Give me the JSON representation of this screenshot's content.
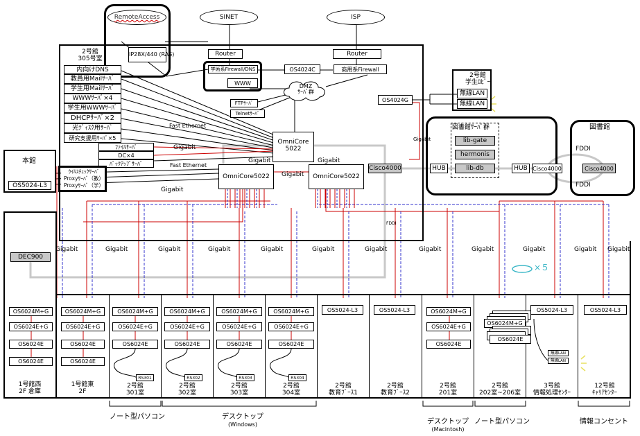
{
  "top_labels": {
    "remote_access": "RemoteAccess",
    "sinet": "SINET",
    "isp": "ISP"
  },
  "building2": {
    "title_line1": "2号館",
    "title_line2": "305号室",
    "ras": "IP28X/440 (RAS)",
    "servers": [
      "内向けDNS",
      "教員用Mailｻｰﾊﾞ",
      "学生用Mailｻｰﾊﾞ",
      "WWWｻｰﾊﾞ×4",
      "学生用WWWｻｰﾊﾞ",
      "DHCPｻｰﾊﾞ×2",
      "光ﾃﾞｨｽｸ用ｻｰﾊﾞ",
      "研究支援用ｻｰﾊﾞ×5"
    ],
    "file_servers": [
      "ﾌｧｲﾙｻｰﾊﾞ",
      "DC×4",
      "ﾊﾞｯｸｱｯﾌﾟｻｰﾊﾞ"
    ],
    "proxy_servers": [
      "ｳｲﾙｽﾁｪｯｸｻｰﾊﾞ",
      "Proxyｻｰﾊﾞ（教）",
      "Proxyｻｰﾊﾞ（学）"
    ]
  },
  "dmz": {
    "router1": "Router",
    "router2": "Router",
    "fw_school": "学術系Firewall/DNS",
    "www": "WWW",
    "os4024c": "OS4024C",
    "fw_commercial": "商用系Firewall",
    "cloud_line1": "DMZ",
    "cloud_line2": "ｻｰﾊﾞ群",
    "ftp": "FTPｻｰﾊﾞ",
    "telnet": "Telnetｻｰﾊﾞ"
  },
  "core": {
    "omnicore_main": "OmniCore\n5022",
    "omnicore_left": "OmniCore5022",
    "omnicore_right": "OmniCore5022",
    "cisco_left": "Cisco4000",
    "fast_ethernet_1": "Fast Ethernet",
    "fast_ethernet_2": "Fast Ethernet",
    "gigabit_labels": [
      "Gigabit",
      "Gigabit",
      "Gigabit",
      "Gigabit",
      "Gigabit"
    ],
    "fddi_small": "FDDI"
  },
  "lobby": {
    "title_line1": "2号館",
    "title_line2": "学生ﾛﾋﾞｰ",
    "switch": "OS4024G",
    "wlan1": "無線LAN",
    "wlan2": "無線LAN"
  },
  "library_servers": {
    "title": "図書館ｻｰﾊﾞ群",
    "items": [
      "lib-gate",
      "hermonis",
      "lib-db"
    ],
    "hub1": "HUB",
    "hub2": "HUB",
    "cisco": "Cisco4000",
    "gigabit": "Gigabit"
  },
  "library": {
    "title": "図書館",
    "fddi_top": "FDDI",
    "fddi_bottom": "FDDI",
    "cisco": "Cisco4000"
  },
  "honkan": {
    "title": "本館",
    "switch": "OS5024-L3"
  },
  "dec900": "DEC900",
  "uplink_labels": [
    "Gigabit",
    "Gigabit",
    "Gigabit",
    "Gigabit",
    "Gigabit",
    "Gigabit",
    "Gigabit",
    "Gigabit",
    "Gigabit",
    "Gigabit",
    "Gigabit",
    "Gigabit"
  ],
  "wlan_count": "×５",
  "buildings": [
    {
      "switches": [
        "OS6024M+G",
        "OS6024E+G",
        "OS6024E",
        "OS6024E"
      ],
      "name_line1": "1号館西",
      "name_line2": "2F 倉庫"
    },
    {
      "switches": [
        "OS6024M+G",
        "OS6024E+G",
        "OS6024E",
        "OS6024E"
      ],
      "name_line1": "1号館東",
      "name_line2": "2F"
    },
    {
      "switches": [
        "OS6024M+G",
        "OS6024E+G",
        "OS6024E"
      ],
      "rs": "RS301",
      "name_line1": "2号館",
      "name_line2": "301室"
    },
    {
      "switches": [
        "OS6024M+G",
        "OS6024E+G",
        "OS6024E"
      ],
      "rs": "RS302",
      "name_line1": "2号館",
      "name_line2": "302室"
    },
    {
      "switches": [
        "OS6024M+G",
        "OS6024E+G",
        "OS6024E"
      ],
      "rs": "RS303",
      "name_line1": "2号館",
      "name_line2": "303室"
    },
    {
      "switches": [
        "OS6024M+G",
        "OS6024E+G",
        "OS6024E"
      ],
      "rs": "RS304",
      "name_line1": "2号館",
      "name_line2": "304室"
    },
    {
      "switches": [
        "OS5024-L3"
      ],
      "name_line1": "2号館",
      "name_line2": "教育ﾌﾞｰｽ1"
    },
    {
      "switches": [
        "OS5024-L3"
      ],
      "name_line1": "2号館",
      "name_line2": "教育ﾌﾞｰｽ2"
    },
    {
      "switches": [
        "OS6024M+G",
        "OS6024E+G",
        "OS6024E"
      ],
      "name_line1": "2号館",
      "name_line2": "201室"
    },
    {
      "switches": [
        "OS6024M+G",
        "OS6024E"
      ],
      "name_line1": "2号館",
      "name_line2": "202室~206室"
    },
    {
      "switches": [
        "OS5024-L3"
      ],
      "wlan": [
        "無線LAN",
        "無線LAN"
      ],
      "name_line1": "3号館",
      "name_line2": "情報処理ｾﾝﾀｰ"
    },
    {
      "switches": [
        "OS5024-L3"
      ],
      "name_line1": "12号館",
      "name_line2": "ｷｬﾘｱｾﾝﾀｰ"
    }
  ],
  "bottom_groups": [
    {
      "label": "ノート型パソコン",
      "sub": ""
    },
    {
      "label": "デスクトップ",
      "sub": "(Windows)"
    },
    {
      "label": "デスクトップ",
      "sub": "(Macintosh)"
    },
    {
      "label": "ノート型パソコン",
      "sub": ""
    },
    {
      "label": "情報コンセント",
      "sub": ""
    }
  ],
  "colors": {
    "gigabit_red": "#cc0000",
    "fast_blue": "#3333cc",
    "fddi_gray": "#c8c8c8",
    "annot_cyan": "#3fb8c8",
    "annot_yellow": "#e8e060"
  }
}
